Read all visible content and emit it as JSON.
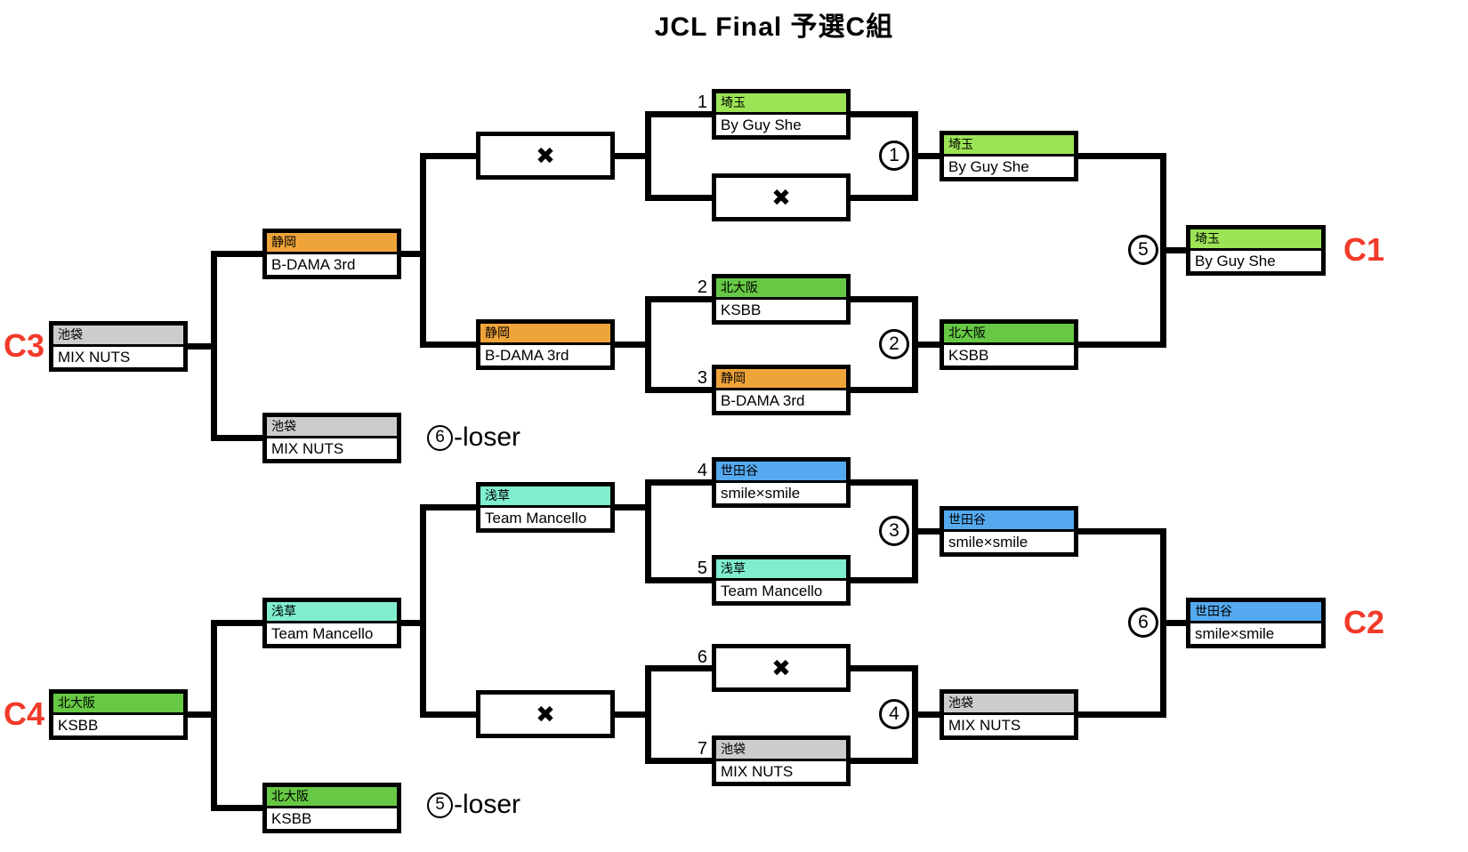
{
  "title": "JCL Final 予選C組",
  "cross": "✖",
  "teams": {
    "saitama": {
      "region": "埼玉",
      "name": "By Guy She",
      "color": "#9CE455"
    },
    "kitaosaka": {
      "region": "北大阪",
      "name": "KSBB",
      "color": "#66C844"
    },
    "shizuoka": {
      "region": "静岡",
      "name": "B-DAMA 3rd",
      "color": "#EFA439"
    },
    "ikebukuro": {
      "region": "池袋",
      "name": "MIX NUTS",
      "color": "#CCCCCC"
    },
    "asakusa": {
      "region": "浅草",
      "name": "Team Mancello",
      "color": "#7FEDCE"
    },
    "setagaya": {
      "region": "世田谷",
      "name": "smile×smile",
      "color": "#55A9EE"
    }
  },
  "match_numbers": [
    "1",
    "2",
    "3",
    "4",
    "5",
    "6",
    "7"
  ],
  "circle_numbers": [
    "1",
    "2",
    "3",
    "4",
    "5",
    "6"
  ],
  "results": {
    "c1": "C1",
    "c2": "C2",
    "c3": "C3",
    "c4": "C4"
  },
  "result_color": "#F23A28",
  "losers": {
    "top": {
      "num": "6",
      "suffix": "-loser"
    },
    "bottom": {
      "num": "5",
      "suffix": "-loser"
    }
  }
}
